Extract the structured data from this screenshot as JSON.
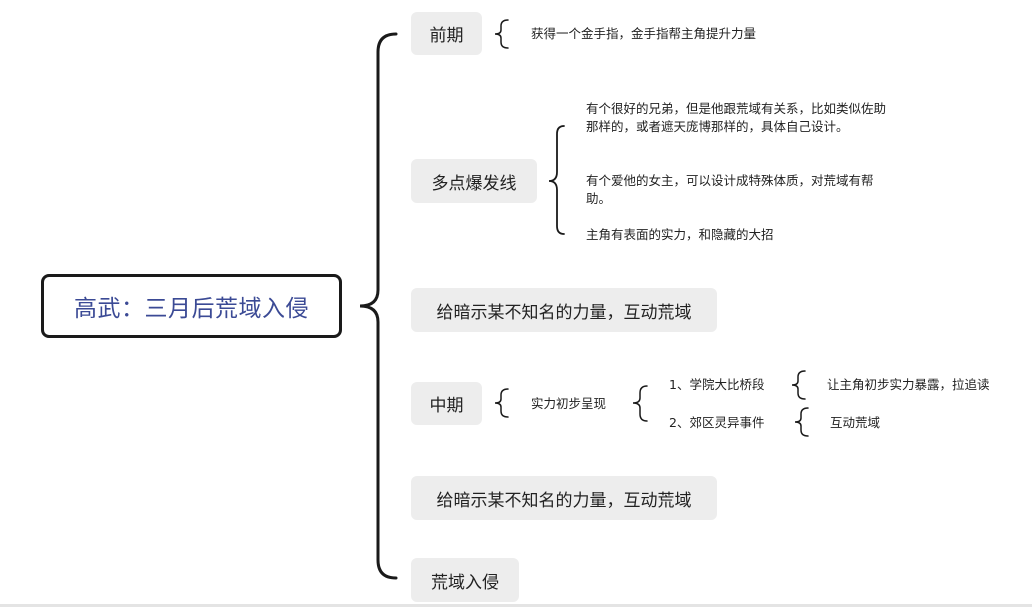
{
  "root": {
    "label": "高武：三月后荒域入侵"
  },
  "branches": [
    {
      "label": "前期",
      "children": [
        {
          "label": "获得一个金手指，金手指帮主角提升力量"
        }
      ]
    },
    {
      "label": "多点爆发线",
      "children": [
        {
          "label": "有个很好的兄弟，但是他跟荒域有关系，比如类似佐助那样的，或者遮天庞博那样的，具体自己设计。"
        },
        {
          "label": "有个爱他的女主，可以设计成特殊体质，对荒域有帮助。"
        },
        {
          "label": "主角有表面的实力，和隐藏的大招"
        }
      ]
    },
    {
      "label": "给暗示某不知名的力量，互动荒域"
    },
    {
      "label": "中期",
      "children": [
        {
          "label": "实力初步呈现",
          "children": [
            {
              "label": "1、学院大比桥段",
              "children": [
                {
                  "label": "让主角初步实力暴露，拉追读"
                }
              ]
            },
            {
              "label": "2、郊区灵异事件",
              "children": [
                {
                  "label": "互动荒域"
                }
              ]
            }
          ]
        }
      ]
    },
    {
      "label": "给暗示某不知名的力量，互动荒域"
    },
    {
      "label": "荒域入侵"
    }
  ],
  "colors": {
    "root_text": "#3b4a95",
    "root_border": "#1a1a1a",
    "node_bg": "#ededed",
    "line": "#1a1a1a"
  }
}
